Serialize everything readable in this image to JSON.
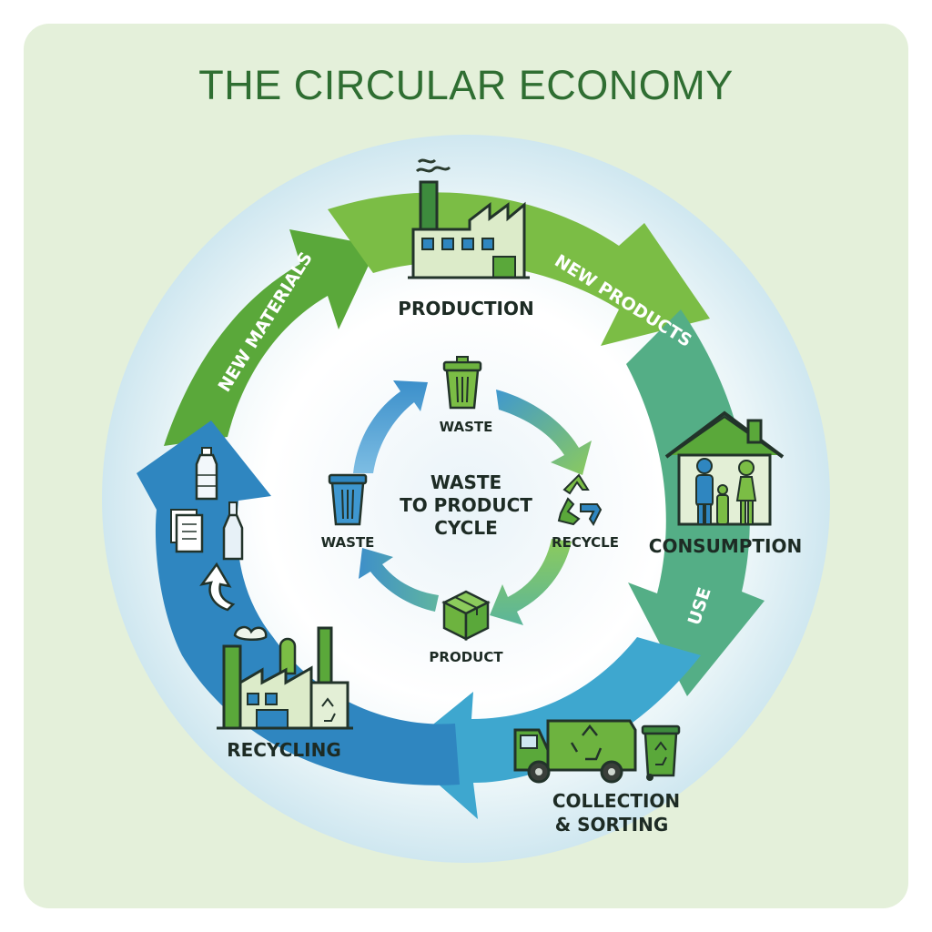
{
  "title": "THE CIRCULAR ECONOMY",
  "outer_cycle": {
    "stages": [
      {
        "label": "PRODUCTION"
      },
      {
        "label": "CONSUMPTION"
      },
      {
        "label": "COLLECTION",
        "label2": "& SORTING"
      },
      {
        "label": "RECYCLING"
      }
    ],
    "arrows": {
      "new_materials": "NEW MATERIALS",
      "new_products": "NEW PRODUCTS",
      "use": "USE"
    }
  },
  "inner_cycle": {
    "center_line1": "WASTE",
    "center_line2": "TO PRODUCT",
    "center_line3": "CYCLE",
    "nodes": [
      {
        "label": "WASTE"
      },
      {
        "label": "RECYCLE"
      },
      {
        "label": "PRODUCT"
      },
      {
        "label": "WASTE"
      }
    ]
  },
  "colors": {
    "background": "#e4f0da",
    "title": "#2f6e32",
    "green_arrow": "#6db33f",
    "teal_arrow": "#4fb08c",
    "blue_arrow": "#2f8fc7",
    "dark_blue_arrow": "#2d7fb8",
    "halo": "#d7ecf4"
  }
}
